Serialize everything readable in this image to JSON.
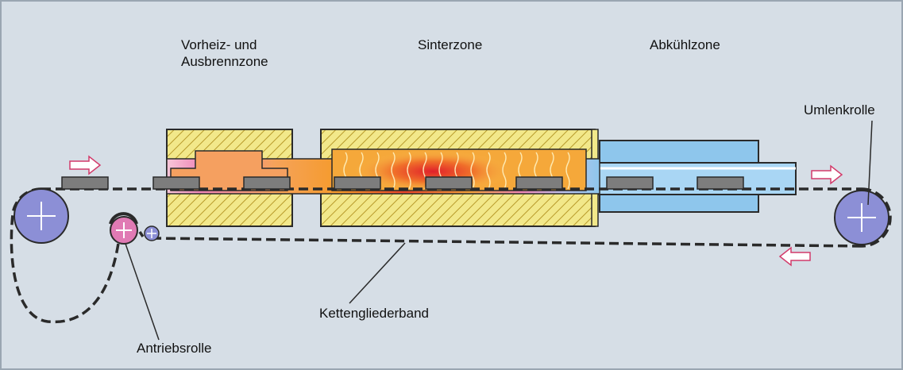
{
  "labels": {
    "preheat_line1": "Vorheiz- und",
    "preheat_line2": "Ausbrennzone",
    "sinter": "Sinterzone",
    "cooling": "Abkühlzone",
    "deflection_roller": "Umlenkrolle",
    "chain_belt": "Kettengliederband",
    "drive_roller": "Antriebsrolle"
  },
  "colors": {
    "background": "#d6dee6",
    "insulation_fill": "#f2e88a",
    "insulation_hatch": "#b89a2a",
    "cooling_blue": "#8ec6ec",
    "roller_blue": "#8c8fd6",
    "drive_roller_pink": "#e07ab4",
    "part_gray": "#7d7d7d",
    "arrow_pink": "#d23a6a",
    "heat_orange": "#f39a2a",
    "heat_red": "#e0402a"
  }
}
